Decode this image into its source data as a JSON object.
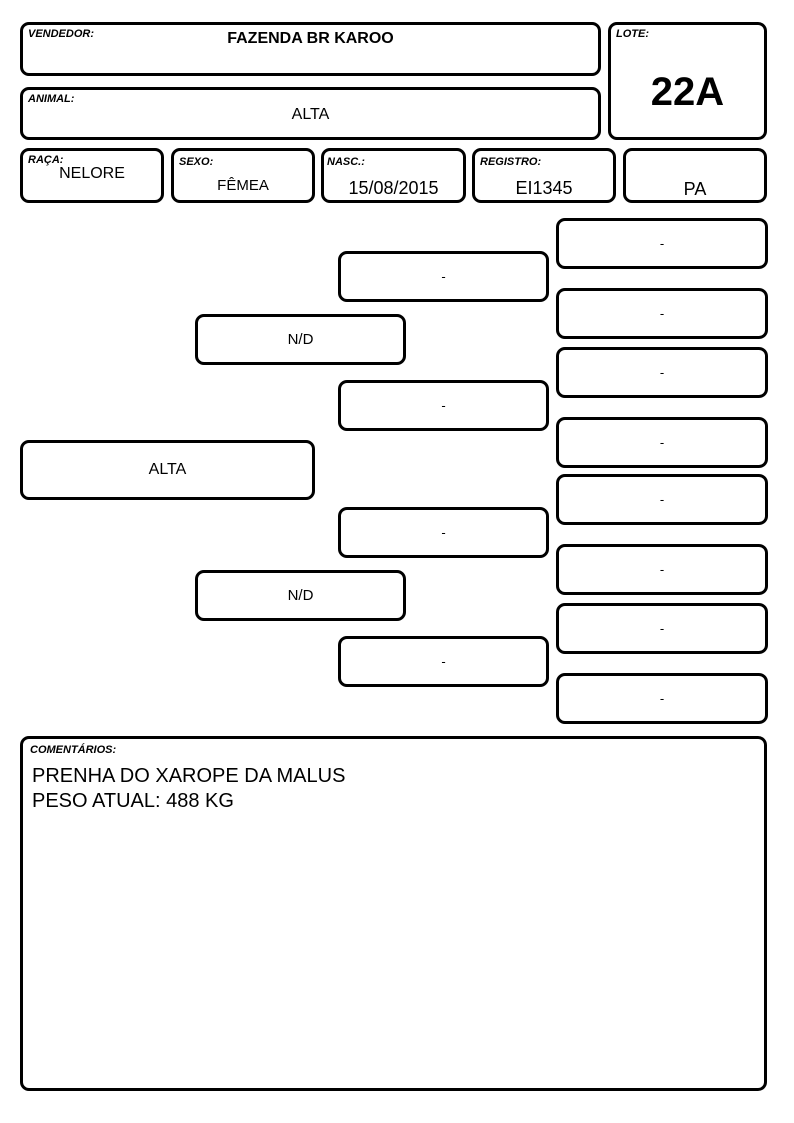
{
  "header": {
    "vendedor": {
      "label": "VENDEDOR:",
      "value": "FAZENDA BR KAROO"
    },
    "lote": {
      "label": "LOTE:",
      "value": "22A"
    },
    "animal": {
      "label": "ANIMAL:",
      "value": "ALTA"
    }
  },
  "info": {
    "raca": {
      "label": "RAÇA:",
      "value": "NELORE"
    },
    "sexo": {
      "label": "SEXO:",
      "value": "FÊMEA"
    },
    "nasc": {
      "label": "NASC.:",
      "value": "15/08/2015"
    },
    "registro": {
      "label": "REGISTRO:",
      "value": "EI1345"
    },
    "estado": {
      "value": "PA"
    }
  },
  "pedigree": {
    "animal": "ALTA",
    "parents": [
      "N/D",
      "N/D"
    ],
    "grandparents": [
      "-",
      "-",
      "-",
      "-"
    ],
    "great_grandparents": [
      "-",
      "-",
      "-",
      "-",
      "-",
      "-",
      "-",
      "-"
    ]
  },
  "comments": {
    "label": "COMENTÁRIOS:",
    "lines": [
      "PRENHA DO XAROPE DA MALUS",
      "PESO ATUAL: 488 KG"
    ]
  }
}
